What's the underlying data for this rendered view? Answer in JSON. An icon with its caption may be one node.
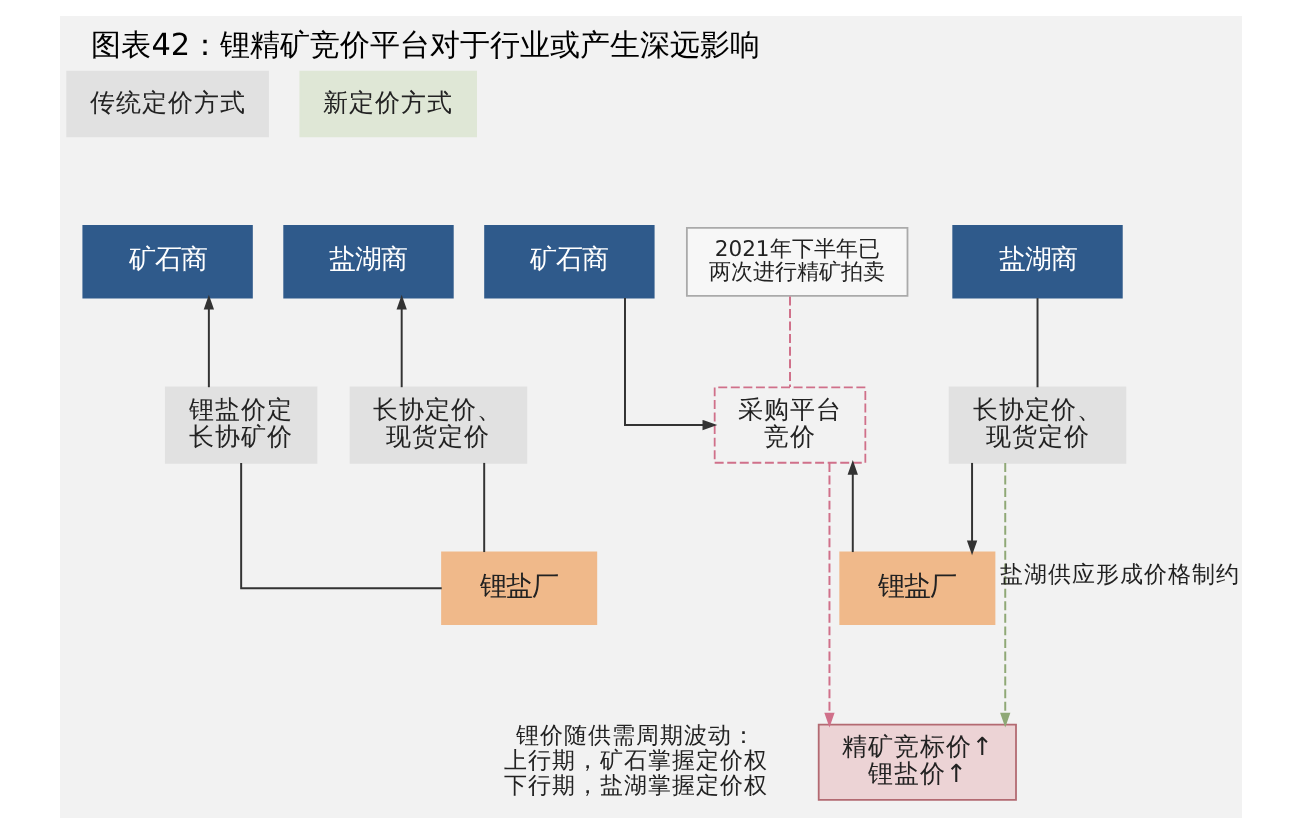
{
  "diagram": {
    "title": "图表42：锂精矿竞价平台对于行业或产生深远影响",
    "nodes": [
      {
        "text": [
          "传统定价方式"
        ]
      },
      {
        "text": [
          "矿石商"
        ]
      },
      {
        "text": [
          "盐湖商"
        ]
      },
      {
        "text": [
          "锂盐价定长协矿价"
        ]
      },
      {
        "text": [
          "长协定价、现货定价"
        ]
      },
      {
        "text": [
          "锂盐厂"
        ]
      },
      {
        "text": [
          "新定价方式"
        ]
      },
      {
        "text": [
          "矿石商"
        ]
      },
      {
        "text": [
          "2021年下半年已两次进行精矿拍卖"
        ]
      },
      {
        "text": [
          "盐湖商"
        ]
      },
      {
        "text": [
          "采购平台竞价"
        ]
      },
      {
        "text": [
          "长协定价、现货定价"
        ]
      },
      {
        "text": [
          "锂盐厂"
        ]
      },
      {
        "text": [
          "精矿竞标价↑",
          "锂盐价↑"
        ]
      }
    ],
    "edges": [
      {
        "from": 5,
        "to": 3,
        "arrow": "none"
      },
      {
        "from": 3,
        "to": 1,
        "arrow": "to"
      },
      {
        "from": 5,
        "to": 4,
        "arrow": "none"
      },
      {
        "from": 4,
        "to": 2,
        "arrow": "to"
      },
      {
        "from": 7,
        "to": 10,
        "arrow": "to"
      },
      {
        "from": 8,
        "to": 10,
        "arrow": "none",
        "style": "dashed",
        "color": "#d0708a"
      },
      {
        "from": 12,
        "to": 10,
        "arrow": "to"
      },
      {
        "from": 9,
        "to": 11,
        "arrow": "none"
      },
      {
        "from": 11,
        "to": 12,
        "arrow": "to"
      },
      {
        "from": 10,
        "to": 13,
        "arrow": "to",
        "style": "dashed",
        "color": "#d0708a"
      },
      {
        "from": 11,
        "to": 13,
        "arrow": "to",
        "label": "盐湖供应形成价格制约",
        "style": "dashed",
        "color": "#8fa876"
      }
    ],
    "labels": [
      "锂价随供需周期波动：",
      "上行期，矿石掌握定价权",
      "下行期，盐湖掌握定价权"
    ]
  }
}
